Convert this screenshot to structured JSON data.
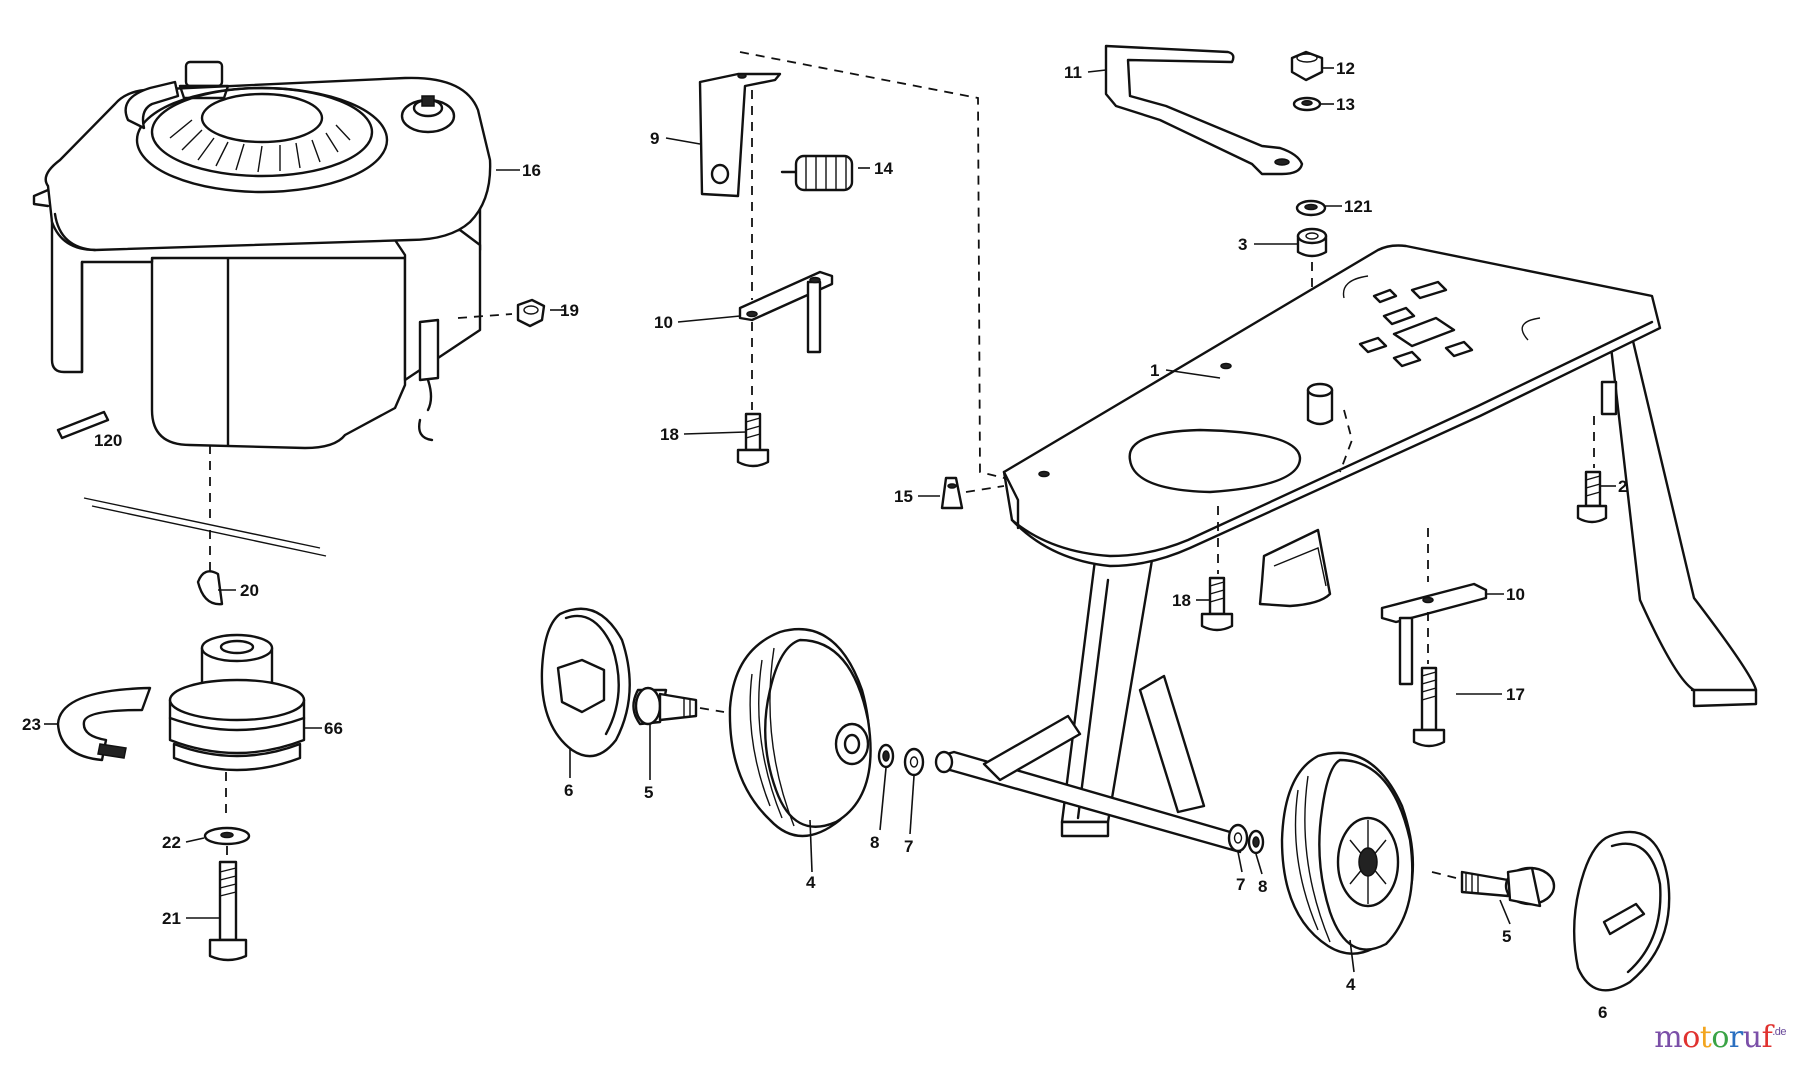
{
  "callouts": [
    {
      "id": "c16",
      "text": "16"
    },
    {
      "id": "c19",
      "text": "19"
    },
    {
      "id": "c120",
      "text": "120"
    },
    {
      "id": "c20",
      "text": "20"
    },
    {
      "id": "c23",
      "text": "23"
    },
    {
      "id": "c66",
      "text": "66"
    },
    {
      "id": "c22",
      "text": "22"
    },
    {
      "id": "c21",
      "text": "21"
    },
    {
      "id": "c9",
      "text": "9"
    },
    {
      "id": "c14",
      "text": "14"
    },
    {
      "id": "c10a",
      "text": "10"
    },
    {
      "id": "c18a",
      "text": "18"
    },
    {
      "id": "c11",
      "text": "11"
    },
    {
      "id": "c12",
      "text": "12"
    },
    {
      "id": "c13",
      "text": "13"
    },
    {
      "id": "c121",
      "text": "121"
    },
    {
      "id": "c3",
      "text": "3"
    },
    {
      "id": "c1",
      "text": "1"
    },
    {
      "id": "c2",
      "text": "2"
    },
    {
      "id": "c15",
      "text": "15"
    },
    {
      "id": "c18b",
      "text": "18"
    },
    {
      "id": "c10b",
      "text": "10"
    },
    {
      "id": "c17",
      "text": "17"
    },
    {
      "id": "c6a",
      "text": "6"
    },
    {
      "id": "c5a",
      "text": "5"
    },
    {
      "id": "c4a",
      "text": "4"
    },
    {
      "id": "c8a",
      "text": "8"
    },
    {
      "id": "c7a",
      "text": "7"
    },
    {
      "id": "c7b",
      "text": "7"
    },
    {
      "id": "c8b",
      "text": "8"
    },
    {
      "id": "c4b",
      "text": "4"
    },
    {
      "id": "c5b",
      "text": "5"
    },
    {
      "id": "c6b",
      "text": "6"
    }
  ],
  "brand": {
    "letters": [
      "m",
      "o",
      "t",
      "o",
      "r",
      "u",
      "f"
    ],
    "letter_colors": [
      "#7b4fa8",
      "#e0322f",
      "#f2a51f",
      "#3aa345",
      "#2a6fc0",
      "#7b4fa8",
      "#e0322f"
    ],
    "suffix": ".de"
  }
}
